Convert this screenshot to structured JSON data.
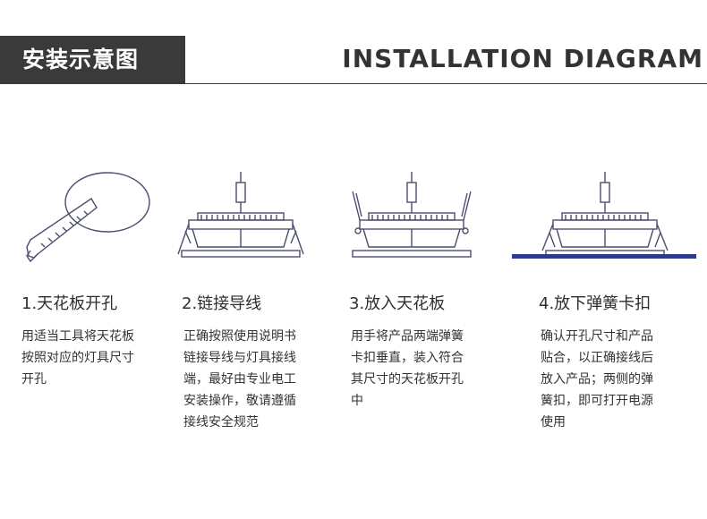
{
  "header": {
    "title_cn": "安装示意图",
    "title_en": "INSTALLATION DIAGRAM"
  },
  "steps": [
    {
      "title": "1.天花板开孔",
      "text": "用适当工具将天花板\n按照对应的灯具尺寸\n开孔"
    },
    {
      "title": "2.链接导线",
      "text": "正确按照使用说明书\n链接导线与灯具接线\n端，最好由专业电工\n安装操作，敬请遵循\n接线安全规范"
    },
    {
      "title": "3.放入天花板",
      "text": "用手将产品两端弹簧\n卡扣垂直，装入符合\n其尺寸的天花板开孔\n中"
    },
    {
      "title": "4.放下弹簧卡扣",
      "text": "确认开孔尺寸和产品\n贴合，以正确接线后\n放入产品；两侧的弹\n簧扣，即可打开电源\n使用"
    }
  ],
  "colors": {
    "line": "#4a4e6e",
    "accent": "#2b3c8f",
    "title_bg": "#3a3a3a"
  }
}
